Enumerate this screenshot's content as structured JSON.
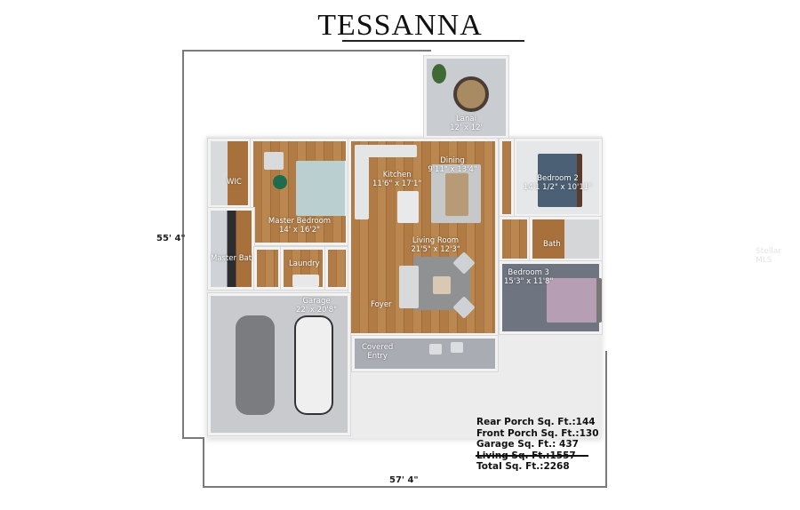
{
  "title": "TESSANNA",
  "dimensions": {
    "height_label": "55' 4\"",
    "width_label": "57' 4\""
  },
  "rooms": {
    "lanai": {
      "name": "Lanai",
      "size": "12' x 12'"
    },
    "wic": {
      "name": "WIC",
      "size": ""
    },
    "master_bedroom": {
      "name": "Master Bedroom",
      "size": "14' x 16'2\""
    },
    "master_bath": {
      "name": "Master Bath",
      "size": ""
    },
    "laundry": {
      "name": "Laundry",
      "size": ""
    },
    "kitchen": {
      "name": "Kitchen",
      "size": "11'6\" x 17'1\""
    },
    "dining": {
      "name": "Dining",
      "size": "9'11\" x 13'4\""
    },
    "living_room": {
      "name": "Living Room",
      "size": "21'5\" x 12'3\""
    },
    "foyer": {
      "name": "Foyer",
      "size": ""
    },
    "bedroom2": {
      "name": "Bedroom 2",
      "size": "14'1 1/2\" x 10'11\""
    },
    "bath": {
      "name": "Bath",
      "size": ""
    },
    "bedroom3": {
      "name": "Bedroom 3",
      "size": "15'3\" x 11'8\""
    },
    "garage": {
      "name": "Garage",
      "size": "22' x 20'8\""
    },
    "covered_entry": {
      "name": "Covered",
      "name2": "Entry"
    }
  },
  "stats": {
    "rear_porch": "Rear Porch Sq. Ft.:144",
    "front_porch": "Front Porch Sq. Ft.:130",
    "garage": "Garage Sq. Ft.: 437",
    "living": "Living Sq. Ft.:1557",
    "total": "Total Sq. Ft.:2268"
  },
  "watermark": "Stellar MLS",
  "colors": {
    "wood": "#b07b45",
    "wall": "#f2f2f2",
    "dimension_line": "#7a7a7a"
  }
}
